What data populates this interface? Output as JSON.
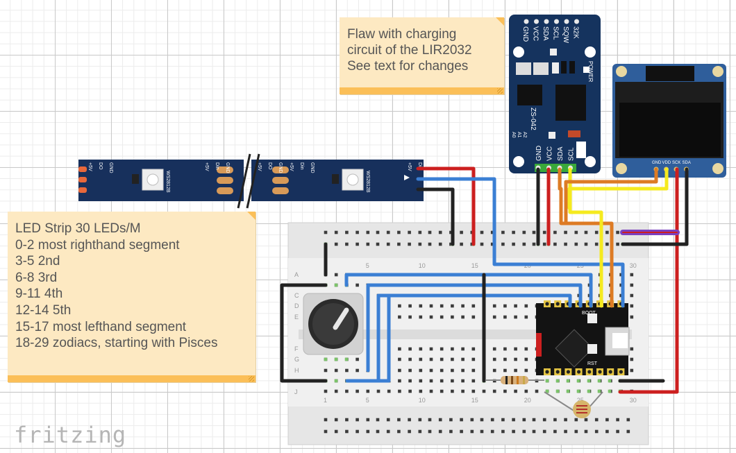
{
  "notes": {
    "rtc": {
      "lines": [
        "Flaw with charging",
        "circuit of the LIR2032",
        "See text for changes"
      ]
    },
    "led": {
      "lines": [
        "LED Strip 30 LEDs/M",
        "0-2 most righthand segment",
        "3-5 2nd",
        "6-8 3rd",
        "9-11 4th",
        "12-14 5th",
        "15-17 most lefthand segment",
        "18-29 zodiacs, starting with Pisces"
      ]
    }
  },
  "led_strip": {
    "chip": "WS2812B",
    "left_pads": [
      "+5V",
      "DO",
      "GND"
    ],
    "mid_pads_a": [
      "+5V",
      "Din",
      "GND"
    ],
    "mid_pads_b": [
      "+5V",
      "DO",
      "GND"
    ],
    "mid_pads_c": [
      "+5V",
      "Din",
      "GND"
    ],
    "right_pads": [
      "+5V",
      "Din",
      "GND"
    ]
  },
  "rtc_module": {
    "name": "ZS-042",
    "top_pins": [
      "GND",
      "VCC",
      "SDA",
      "SCL",
      "SQW",
      "32K"
    ],
    "bottom_pins": [
      "GND",
      "VCC",
      "SDA",
      "SCL"
    ],
    "power_label": "POWER",
    "addr_labels": [
      "A0",
      "A1",
      "A2"
    ]
  },
  "oled": {
    "pins": [
      "GND",
      "VDD",
      "SCK",
      "SDA"
    ]
  },
  "breadboard": {
    "column_numbers": [
      "1",
      "5",
      "10",
      "15",
      "20",
      "25",
      "30"
    ],
    "row_letters": [
      "A",
      "C",
      "D",
      "E",
      "F",
      "G",
      "H",
      "J"
    ]
  },
  "mcu": {
    "boot_label": "BOOT",
    "rst_label": "RST"
  },
  "colors": {
    "red": "#cc1f1f",
    "black": "#222222",
    "blue": "#3b7fd4",
    "yellow": "#f5ea1f",
    "orange": "#dd7b24",
    "purple": "#7b3fbf",
    "gray": "#888888"
  },
  "logo": "fritzing"
}
